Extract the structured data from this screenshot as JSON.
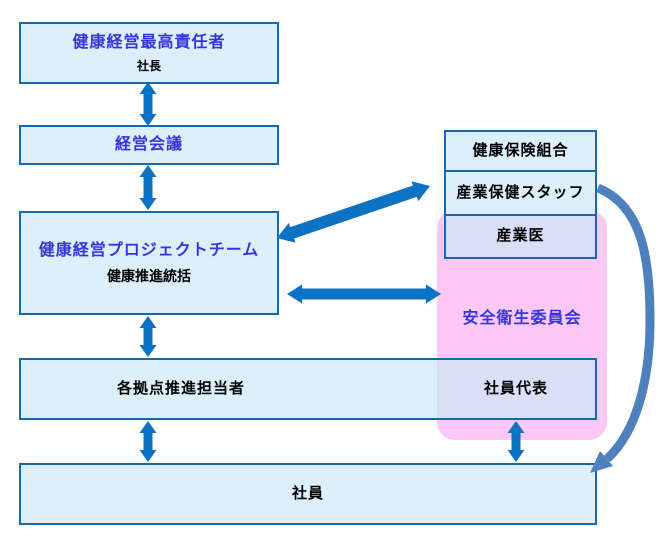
{
  "diagram": {
    "ceo": {
      "title": "健康経営最高責任者",
      "subtitle": "社長"
    },
    "meeting": {
      "title": "経営会議"
    },
    "project": {
      "title": "健康経営プロジェクトチーム",
      "subtitle": "健康推進統括"
    },
    "sites": {
      "title": "各拠点推進担当者"
    },
    "employee_rep": {
      "title": "社員代表"
    },
    "employees": {
      "title": "社員"
    },
    "insurance": {
      "title": "健康保険組合"
    },
    "occupational_staff": {
      "title": "産業保健スタッフ"
    },
    "occupational_doctor": {
      "title": "産業医"
    },
    "safety_committee": {
      "title": "安全衛生委員会"
    }
  },
  "colors": {
    "box_fill": "#DCEFFB",
    "box_border": "#1569B0",
    "lavender_fill": "#DADFF8",
    "pink_fill": "#FCC9F7",
    "arrow": "#0C72C3",
    "curved_arrow": "#4E80BE",
    "heading_text": "#3535E0",
    "body_text": "#000000"
  }
}
